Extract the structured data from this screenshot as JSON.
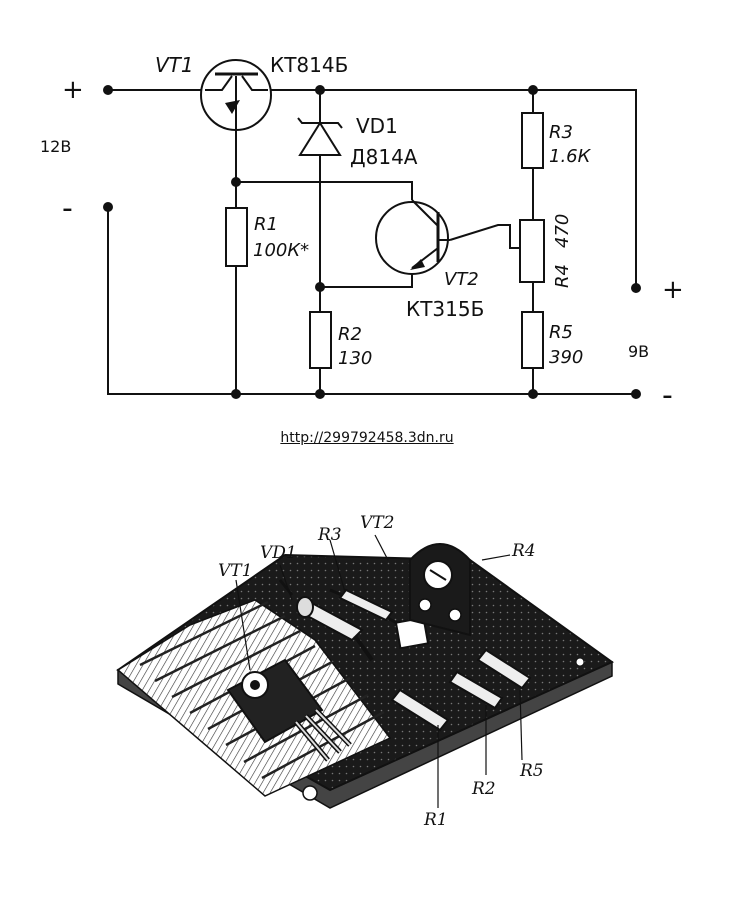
{
  "schematic": {
    "input_plus": "+",
    "input_minus": "-",
    "input_voltage": "12В",
    "output_plus": "+",
    "output_minus": "-",
    "output_voltage": "9В",
    "vt1_ref": "VT1",
    "vt1_type": "КТ814Б",
    "vd1_ref": "VD1",
    "vd1_type": "Д814А",
    "r1_ref": "R1",
    "r1_value": "100К*",
    "r2_ref": "R2",
    "r2_value": "130",
    "vt2_ref": "VT2",
    "vt2_type": "КТ315Б",
    "r3_ref": "R3",
    "r3_value": "1.6К",
    "r4_ref": "R4",
    "r4_value": "470",
    "r5_ref": "R5",
    "r5_value": "390"
  },
  "source_url": "http://299792458.3dn.ru",
  "board": {
    "labels": {
      "vt1": "VT1",
      "vd1": "VD1",
      "r3": "R3",
      "vt2": "VT2",
      "r4": "R4",
      "r1": "R1",
      "r2": "R2",
      "r5": "R5"
    }
  }
}
